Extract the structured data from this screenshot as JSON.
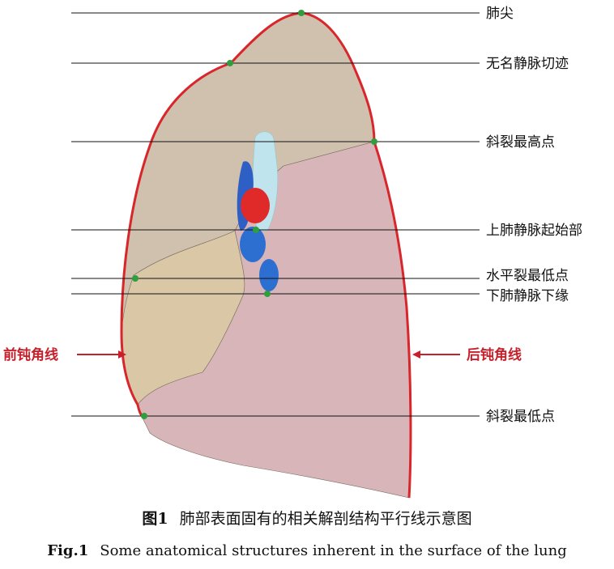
{
  "labels": {
    "apex": "肺尖",
    "innominate_notch": "无名静脉切迹",
    "oblique_highest": "斜裂最高点",
    "upper_pv_origin": "上肺静脉起始部",
    "horizontal_lowest": "水平裂最低点",
    "lower_pv_lower_edge": "下肺静脉下缘",
    "oblique_lowest": "斜裂最低点",
    "anterior_line": "前钝角线",
    "posterior_line": "后钝角线"
  },
  "caption": {
    "cn_num": "图1",
    "cn_text": "肺部表面固有的相关解剖结构平行线示意图",
    "en_num": "Fig.1",
    "en_text": "Some anatomical structures inherent in the surface of the lung"
  },
  "colors": {
    "upper_lobe": "#cfc1ae",
    "middle_lobe": "#d9c7a6",
    "lower_lobe": "#d8b5b9",
    "outline": "#d8262b",
    "marker": "#2e9e3e",
    "artery": "#e02a2a",
    "vein": "#2d6fd0",
    "bronchus": "#bfe4ee"
  }
}
